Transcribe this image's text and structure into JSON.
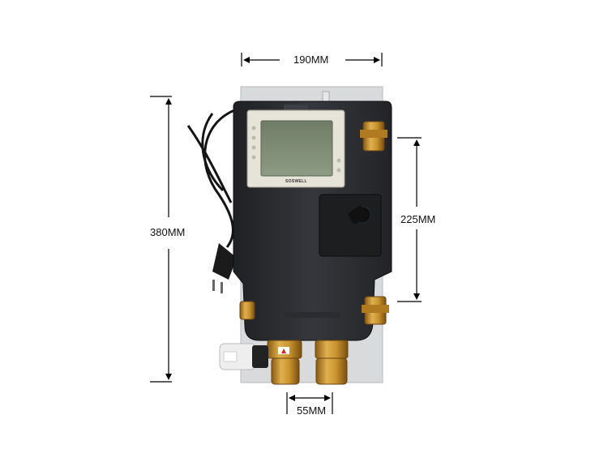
{
  "dimensions": {
    "width_top": "190MM",
    "height_total": "380MM",
    "height_body": "225MM",
    "width_bottom": "55MM"
  },
  "controller": {
    "brand": "SOSWELL"
  },
  "colors": {
    "background": "#ffffff",
    "housing": "#2d2f32",
    "brass": "#c8932e",
    "panel": "#e6e3d8",
    "lcd": "#7d8a72",
    "plate": "#d9dadc"
  }
}
